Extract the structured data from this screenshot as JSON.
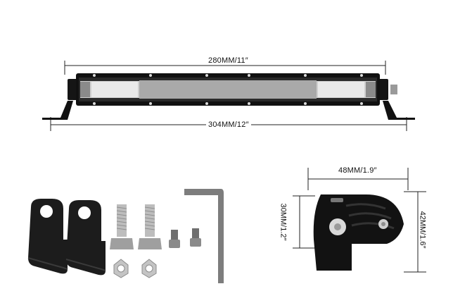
{
  "light_bar": {
    "length_label": "280MM/11″",
    "overall_label": "304MM/12″"
  },
  "side_view": {
    "width_label": "48MM/1.9″",
    "height_inner_label": "30MM/1.2″",
    "height_outer_label": "42MM/1.6″"
  },
  "colors": {
    "housing": "#111111",
    "lens_frame": "#c8c8c8",
    "bracket": "#1a1a1a",
    "bolt": "#b9b9b9"
  }
}
